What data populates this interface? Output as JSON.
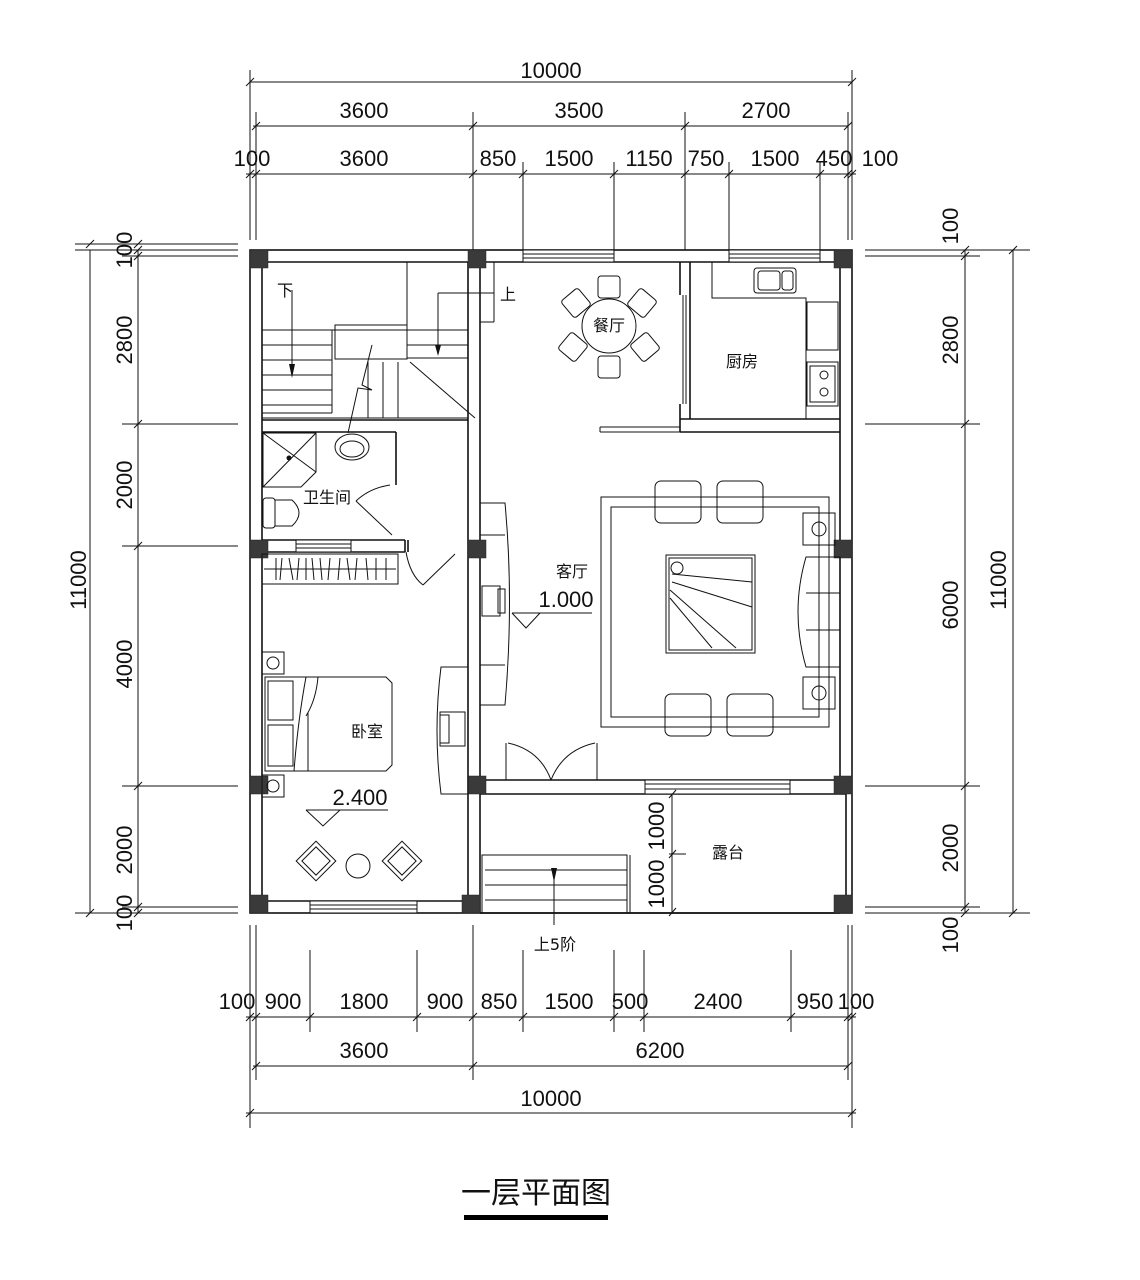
{
  "title": "一层平面图",
  "colors": {
    "line": "#111111",
    "column": "#3a3a3a",
    "background": "#ffffff"
  },
  "dimensions": {
    "top": {
      "overall": "10000",
      "axes": [
        "3600",
        "3500",
        "2700"
      ],
      "detail": [
        "100",
        "3600",
        "850",
        "1500",
        "1150",
        "750",
        "1500",
        "450",
        "100"
      ]
    },
    "bottom": {
      "detail": [
        "100",
        "900",
        "1800",
        "900",
        "850",
        "1500",
        "500",
        "2400",
        "950",
        "100"
      ],
      "axes": [
        "3600",
        "6200"
      ],
      "overall": "10000"
    },
    "left": {
      "detail": [
        "100",
        "2800",
        "2000",
        "4000",
        "2000",
        "100"
      ],
      "overall": "11000"
    },
    "right": {
      "detail": [
        "100",
        "2800",
        "6000",
        "2000",
        "100"
      ],
      "overall": "11000"
    },
    "terrace": [
      "1000",
      "1000"
    ]
  },
  "rooms": {
    "dining": "餐厅",
    "kitchen": "厨房",
    "bathroom": "卫生间",
    "living": "客厅",
    "bedroom": "卧室",
    "terrace": "露台"
  },
  "stairs": {
    "down": "下",
    "up": "上",
    "entry_steps": "上5阶"
  },
  "levels": {
    "living": "1.000",
    "bedroom": "2.400"
  }
}
